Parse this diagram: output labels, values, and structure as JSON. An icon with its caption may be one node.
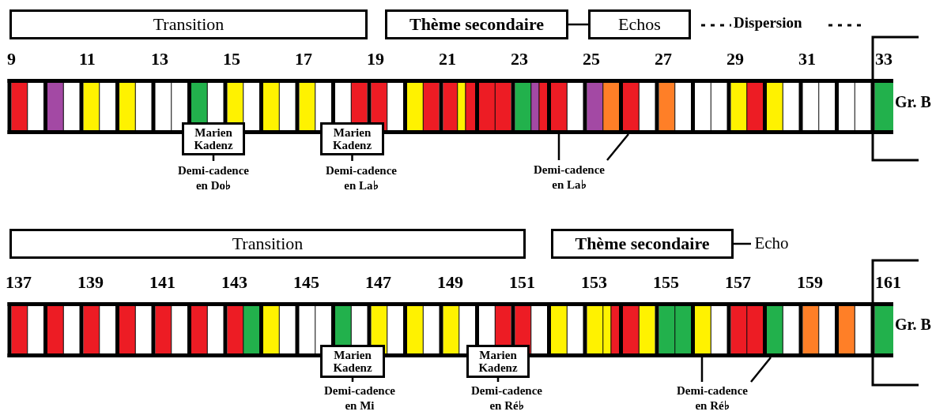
{
  "diagram": {
    "nodes": [
      {
        "text": [
          "Transition"
        ]
      },
      {
        "text": [
          "Thème secondaire"
        ]
      },
      {
        "text": [
          "Echos"
        ]
      },
      {
        "text": [
          "Marien Kadenz"
        ]
      },
      {
        "text": [
          "Demi-cadence en Do♭"
        ]
      },
      {
        "text": [
          "Marien Kadenz"
        ]
      },
      {
        "text": [
          "Demi-cadence en La♭"
        ]
      },
      {
        "text": [
          "Demi-cadence en La♭"
        ]
      },
      {
        "text": [
          "Transition"
        ]
      },
      {
        "text": [
          "Thème secondaire"
        ]
      },
      {
        "text": [
          "Echo"
        ]
      },
      {
        "text": [
          "Marien Kadenz"
        ]
      },
      {
        "text": [
          "Demi-cadence en Mi"
        ]
      },
      {
        "text": [
          "Marien Kadenz"
        ]
      },
      {
        "text": [
          "Demi-cadence en Ré♭"
        ]
      },
      {
        "text": [
          "Demi-cadence en Ré♭"
        ]
      },
      {
        "text": [],
        "shape": "bar"
      },
      {
        "text": [],
        "shape": "bar"
      }
    ],
    "edges": [
      {
        "from": 1,
        "to": 2,
        "arrow": "none"
      },
      {
        "from": 3,
        "to": 4,
        "arrow": "none"
      },
      {
        "from": 5,
        "to": 6,
        "arrow": "none"
      },
      {
        "from": 7,
        "to": 16,
        "arrow": "none"
      },
      {
        "from": 7,
        "to": 16,
        "arrow": "none"
      },
      {
        "from": 9,
        "to": 10,
        "arrow": "none"
      },
      {
        "from": 11,
        "to": 12,
        "arrow": "none"
      },
      {
        "from": 13,
        "to": 14,
        "arrow": "none"
      },
      {
        "from": 15,
        "to": 17,
        "arrow": "none"
      },
      {
        "from": 15,
        "to": 17,
        "arrow": "none"
      }
    ],
    "labels": [
      "Dispersion",
      "9",
      "11",
      "13",
      "15",
      "17",
      "19",
      "21",
      "23",
      "25",
      "27",
      "29",
      "31",
      "33",
      "Gr. B",
      "137",
      "139",
      "141",
      "143",
      "145",
      "147",
      "149",
      "151",
      "153",
      "155",
      "157",
      "159",
      "161",
      "Gr. B"
    ]
  }
}
